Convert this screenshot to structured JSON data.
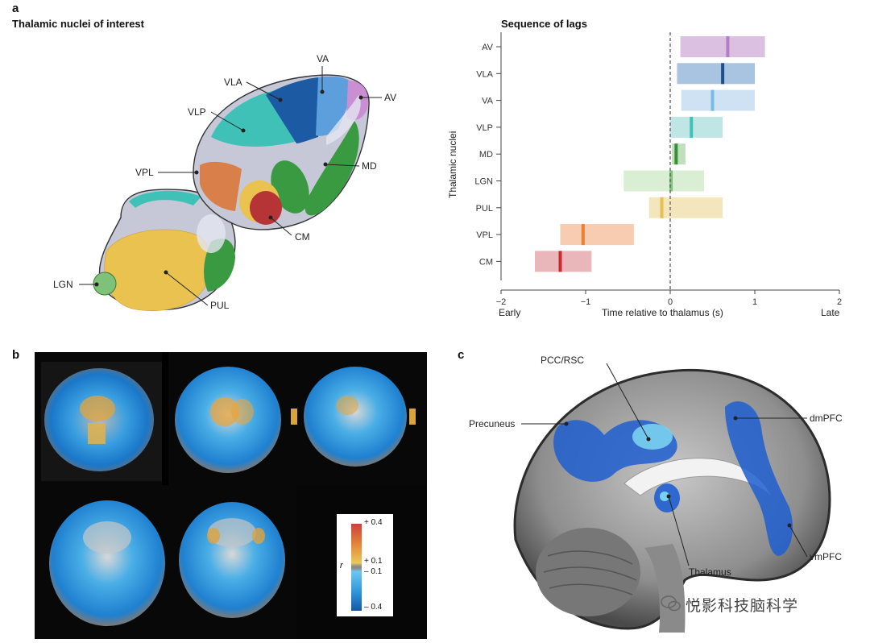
{
  "panel_a": {
    "letter": "a",
    "title": "Thalamic nuclei of interest",
    "labels": {
      "va": "VA",
      "vla": "VLA",
      "av": "AV",
      "vlp": "VLP",
      "md": "MD",
      "vpl": "VPL",
      "cm": "CM",
      "lgn": "LGN",
      "pul": "PUL"
    }
  },
  "chart_data": {
    "type": "bar",
    "title": "Sequence of lags",
    "ylabel": "Thalamic nuclei",
    "xlabel": "Time relative to thalamus (s)",
    "x_left_label": "Early",
    "x_right_label": "Late",
    "xlim": [
      -2,
      2
    ],
    "xticks": [
      "−2",
      "−1",
      "0",
      "1",
      "2"
    ],
    "xtick_values": [
      -2,
      -1,
      0,
      1,
      2
    ],
    "zero_line": "dashed",
    "categories": [
      "AV",
      "VLA",
      "VA",
      "VLP",
      "MD",
      "LGN",
      "PUL",
      "VPL",
      "CM"
    ],
    "series": [
      {
        "start": 0.12,
        "end": 1.12,
        "median": 0.68,
        "color": "#dcc0e2",
        "median_color": "#b67cc6"
      },
      {
        "start": 0.08,
        "end": 1.0,
        "median": 0.62,
        "color": "#a9c4e0",
        "median_color": "#1c4f8f"
      },
      {
        "start": 0.13,
        "end": 1.0,
        "median": 0.5,
        "color": "#cfe2f4",
        "median_color": "#7bb9e6"
      },
      {
        "start": 0.0,
        "end": 0.62,
        "median": 0.25,
        "color": "#bfe6e4",
        "median_color": "#3fc1b8"
      },
      {
        "start": 0.02,
        "end": 0.18,
        "median": 0.07,
        "color": "#bfe0bb",
        "median_color": "#3a8e3a"
      },
      {
        "start": -0.55,
        "end": 0.4,
        "median": 0.01,
        "color": "#d9eed3",
        "median_color": "#7ec27a"
      },
      {
        "start": -0.25,
        "end": 0.62,
        "median": -0.1,
        "color": "#f3e6bd",
        "median_color": "#e7c04f"
      },
      {
        "start": -1.3,
        "end": -0.43,
        "median": -1.03,
        "color": "#f8ccb0",
        "median_color": "#ef7e33"
      },
      {
        "start": -1.6,
        "end": -0.93,
        "median": -1.3,
        "color": "#e9b7b9",
        "median_color": "#c52b2f"
      }
    ]
  },
  "panel_b": {
    "letter": "b",
    "colorbar": {
      "r_label": "r",
      "ticks": [
        "+ 0.4",
        "+ 0.1",
        "– 0.1",
        "– 0.4"
      ]
    }
  },
  "panel_c": {
    "letter": "c",
    "labels": {
      "pcc": "PCC/RSC",
      "precuneus": "Precuneus",
      "dmpfc": "dmPFC",
      "thalamus": "Thalamus",
      "vmpfc": "vmPFC"
    }
  },
  "watermark": "悦影科技脑科学"
}
